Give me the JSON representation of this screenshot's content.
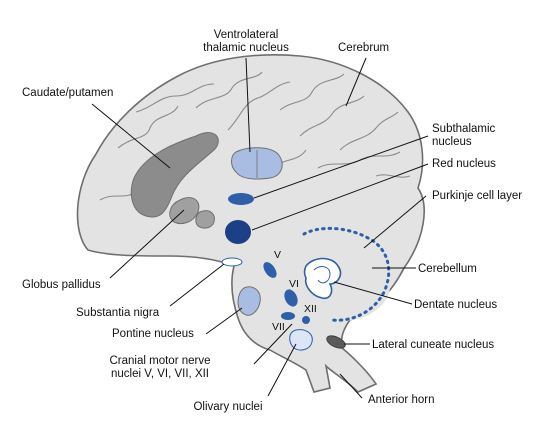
{
  "labels": {
    "ventrolateral_line1": "Ventrolateral",
    "ventrolateral_line2": "thalamic nucleus",
    "cerebrum": "Cerebrum",
    "caudate_putamen": "Caudate/putamen",
    "subthalamic_line1": "Subthalamic",
    "subthalamic_line2": "nucleus",
    "red_nucleus": "Red nucleus",
    "purkinje": "Purkinje cell layer",
    "cerebellum": "Cerebellum",
    "globus_pallidus": "Globus pallidus",
    "substantia_nigra": "Substantia nigra",
    "dentate": "Dentate nucleus",
    "pontine": "Pontine nucleus",
    "lateral_cuneate": "Lateral cuneate nucleus",
    "cranial_line1": "Cranial motor nerve",
    "cranial_line2": "nuclei V, VI, VII, XII",
    "olivary": "Olivary nuclei",
    "anterior_horn": "Anterior horn"
  },
  "roman_numerals": {
    "v": "V",
    "vi": "VI",
    "vii": "VII",
    "xii": "XII"
  },
  "colors": {
    "brain_fill": "#e3e3e3",
    "outline": "#6e6e6e",
    "dark_gray": "#8c8c8c",
    "light_blue": "#a9bde3",
    "mid_blue": "#2f5fa8",
    "dark_blue": "#1c3f86",
    "pale_blue": "#dce6f6"
  }
}
